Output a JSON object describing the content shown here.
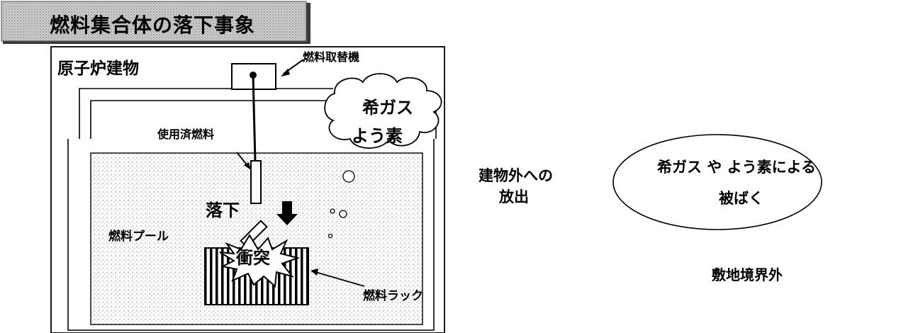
{
  "diagram": {
    "title": "燃料集合体の落下事象",
    "building_label": "原子炉建物",
    "fuel_handling_machine_label": "燃料取替機",
    "cloud_line1": "希ガス",
    "cloud_line2": "よう素",
    "spent_fuel_label": "使用済燃料",
    "drop_label": "落下",
    "pool_label": "燃料プール",
    "impact_label": "衝突",
    "rack_label": "燃料ラック",
    "release_line1": "建物外への",
    "release_line2": "放出",
    "exposure_line1": "希ガス や よう素による",
    "exposure_line2": "被ばく",
    "site_boundary_label": "敷地境界外"
  }
}
